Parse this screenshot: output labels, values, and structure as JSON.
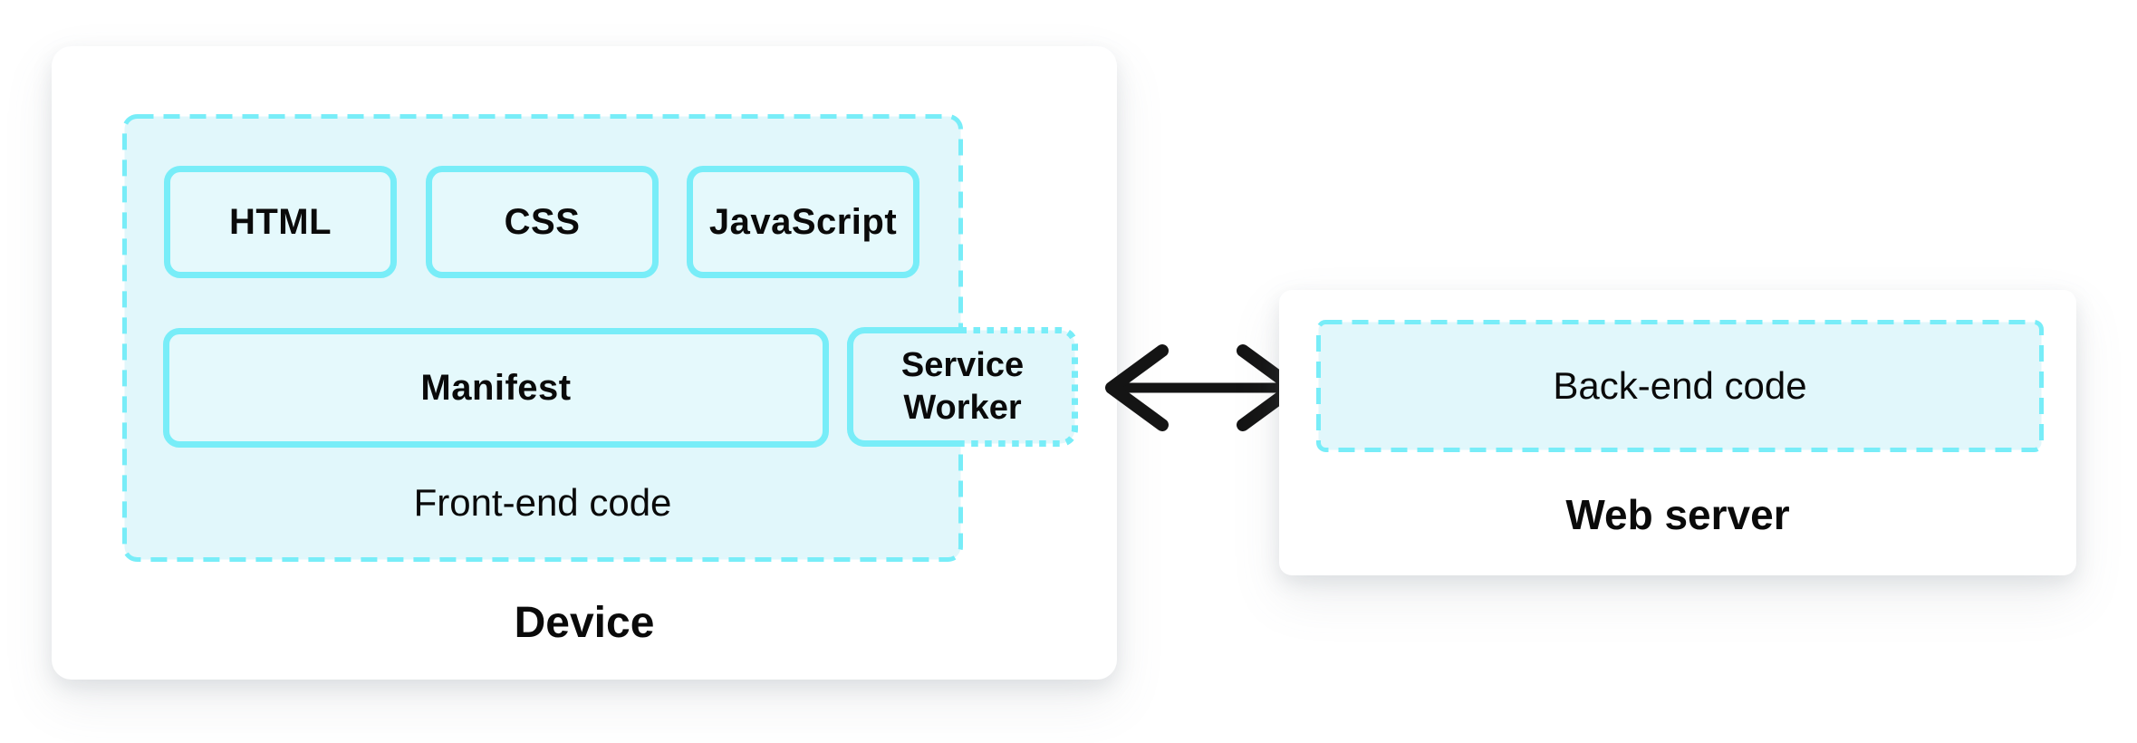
{
  "device": {
    "title": "Device",
    "frontend": {
      "caption": "Front-end code",
      "row1": [
        "HTML",
        "CSS",
        "JavaScript"
      ],
      "manifest": "Manifest"
    },
    "service_worker": {
      "line1": "Service",
      "line2": "Worker"
    }
  },
  "server": {
    "title": "Web server",
    "backend_caption": "Back-end code"
  },
  "colors": {
    "accent": "#78edf8",
    "container-fill": "#e1f7fb",
    "box-fill": "#e5f9fc",
    "arrow": "#141414",
    "text": "#0a0a0a",
    "card": "#ffffff",
    "page-bg": "#ffffff"
  }
}
